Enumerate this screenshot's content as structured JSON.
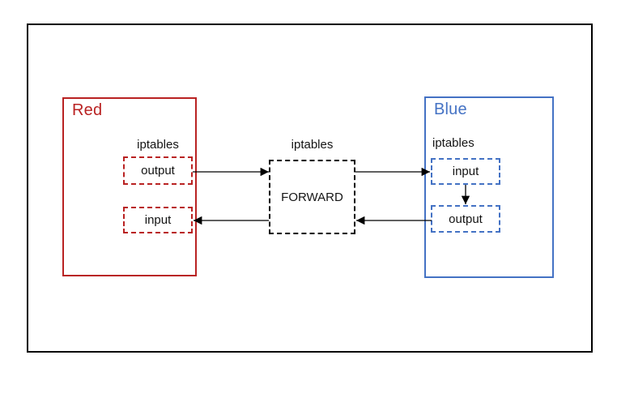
{
  "colors": {
    "red": "#b92222",
    "blue": "#4472c4",
    "ink": "#141414",
    "canvas": "#ffffff"
  },
  "diagram": {
    "red_host": {
      "label": "Red",
      "iptables_label": "iptables",
      "output_chain": "output",
      "input_chain": "input"
    },
    "gateway": {
      "iptables_label": "iptables",
      "forward_chain": "FORWARD"
    },
    "blue_host": {
      "label": "Blue",
      "iptables_label": "iptables",
      "input_chain": "input",
      "output_chain": "output"
    },
    "flows": [
      {
        "from": "red.output",
        "to": "gateway.FORWARD",
        "direction": "right"
      },
      {
        "from": "gateway.FORWARD",
        "to": "blue.input",
        "direction": "right"
      },
      {
        "from": "blue.input",
        "to": "blue.output",
        "direction": "down"
      },
      {
        "from": "blue.output",
        "to": "gateway.FORWARD",
        "direction": "left"
      },
      {
        "from": "gateway.FORWARD",
        "to": "red.input",
        "direction": "left"
      }
    ]
  }
}
